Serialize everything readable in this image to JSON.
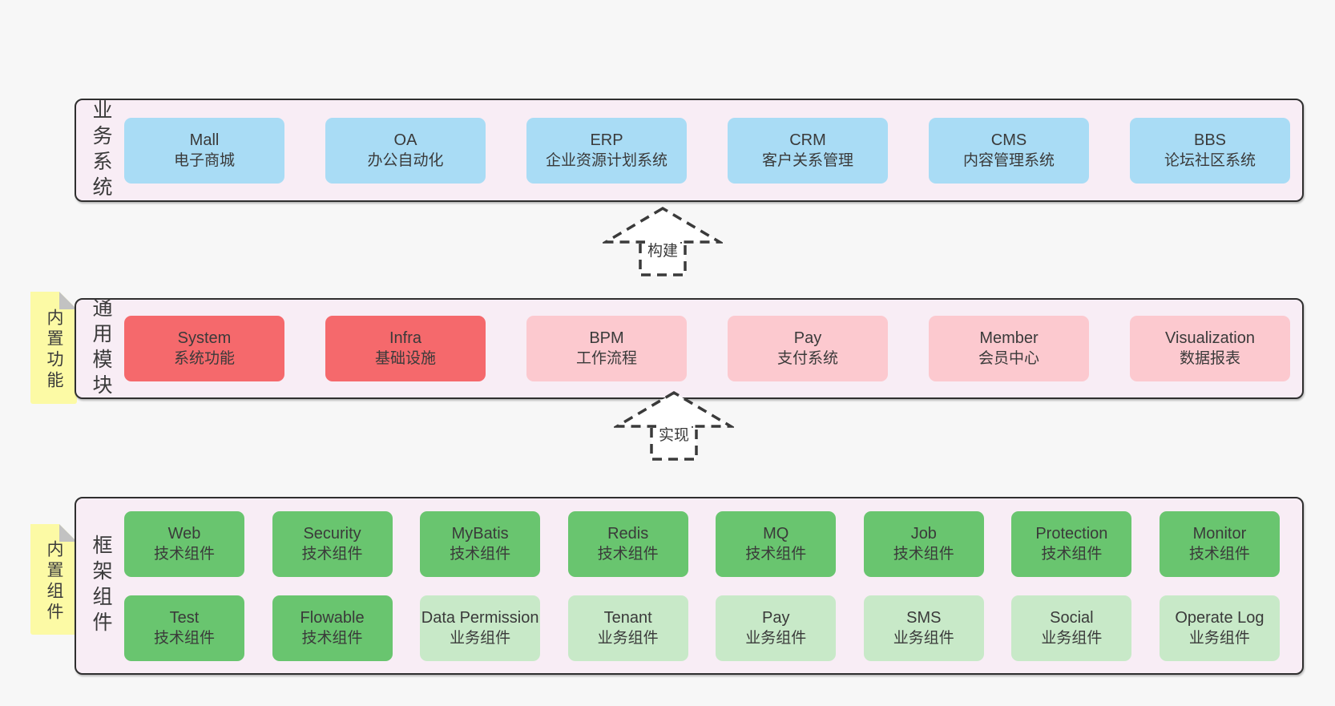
{
  "colors": {
    "page_bg": "#f7f7f7",
    "band_bg": "#f8edf5",
    "band_border": "#2f2f2f",
    "text": "#3a3a3a",
    "blue": "#a9dcf5",
    "red": "#f5696c",
    "pink": "#fcc9cf",
    "green": "#69c56f",
    "green_light": "#c8e9c8",
    "yellow_note": "#fcfaa5",
    "note_fold": "#c2c2c2"
  },
  "bands": [
    {
      "name": "business-systems",
      "label": "业务系统",
      "rows": [
        [
          {
            "title": "Mall",
            "subtitle": "电子商城",
            "variant": "blue"
          },
          {
            "title": "OA",
            "subtitle": "办公自动化",
            "variant": "blue"
          },
          {
            "title": "ERP",
            "subtitle": "企业资源计划系统",
            "variant": "blue"
          },
          {
            "title": "CRM",
            "subtitle": "客户关系管理",
            "variant": "blue"
          },
          {
            "title": "CMS",
            "subtitle": "内容管理系统",
            "variant": "blue"
          },
          {
            "title": "BBS",
            "subtitle": "论坛社区系统",
            "variant": "blue"
          }
        ]
      ]
    },
    {
      "name": "common-modules",
      "label": "通用模块",
      "note": "内置功能",
      "rows": [
        [
          {
            "title": "System",
            "subtitle": "系统功能",
            "variant": "red"
          },
          {
            "title": "Infra",
            "subtitle": "基础设施",
            "variant": "red"
          },
          {
            "title": "BPM",
            "subtitle": "工作流程",
            "variant": "pink"
          },
          {
            "title": "Pay",
            "subtitle": "支付系统",
            "variant": "pink"
          },
          {
            "title": "Member",
            "subtitle": "会员中心",
            "variant": "pink"
          },
          {
            "title": "Visualization",
            "subtitle": "数据报表",
            "variant": "pink"
          }
        ]
      ]
    },
    {
      "name": "framework-components",
      "label": "框架组件",
      "note": "内置组件",
      "rows": [
        [
          {
            "title": "Web",
            "subtitle": "技术组件",
            "variant": "green"
          },
          {
            "title": "Security",
            "subtitle": "技术组件",
            "variant": "green"
          },
          {
            "title": "MyBatis",
            "subtitle": "技术组件",
            "variant": "green"
          },
          {
            "title": "Redis",
            "subtitle": "技术组件",
            "variant": "green"
          },
          {
            "title": "MQ",
            "subtitle": "技术组件",
            "variant": "green"
          },
          {
            "title": "Job",
            "subtitle": "技术组件",
            "variant": "green"
          },
          {
            "title": "Protection",
            "subtitle": "技术组件",
            "variant": "green"
          },
          {
            "title": "Monitor",
            "subtitle": "技术组件",
            "variant": "green"
          }
        ],
        [
          {
            "title": "Test",
            "subtitle": "技术组件",
            "variant": "green"
          },
          {
            "title": "Flowable",
            "subtitle": "技术组件",
            "variant": "green"
          },
          {
            "title": "Data Permission",
            "subtitle": "业务组件",
            "variant": "green_light"
          },
          {
            "title": "Tenant",
            "subtitle": "业务组件",
            "variant": "green_light"
          },
          {
            "title": "Pay",
            "subtitle": "业务组件",
            "variant": "green_light"
          },
          {
            "title": "SMS",
            "subtitle": "业务组件",
            "variant": "green_light"
          },
          {
            "title": "Social",
            "subtitle": "业务组件",
            "variant": "green_light"
          },
          {
            "title": "Operate Log",
            "subtitle": "业务组件",
            "variant": "green_light"
          }
        ]
      ]
    }
  ],
  "arrows": [
    {
      "name": "build",
      "label": "构建"
    },
    {
      "name": "implement",
      "label": "实现"
    }
  ]
}
